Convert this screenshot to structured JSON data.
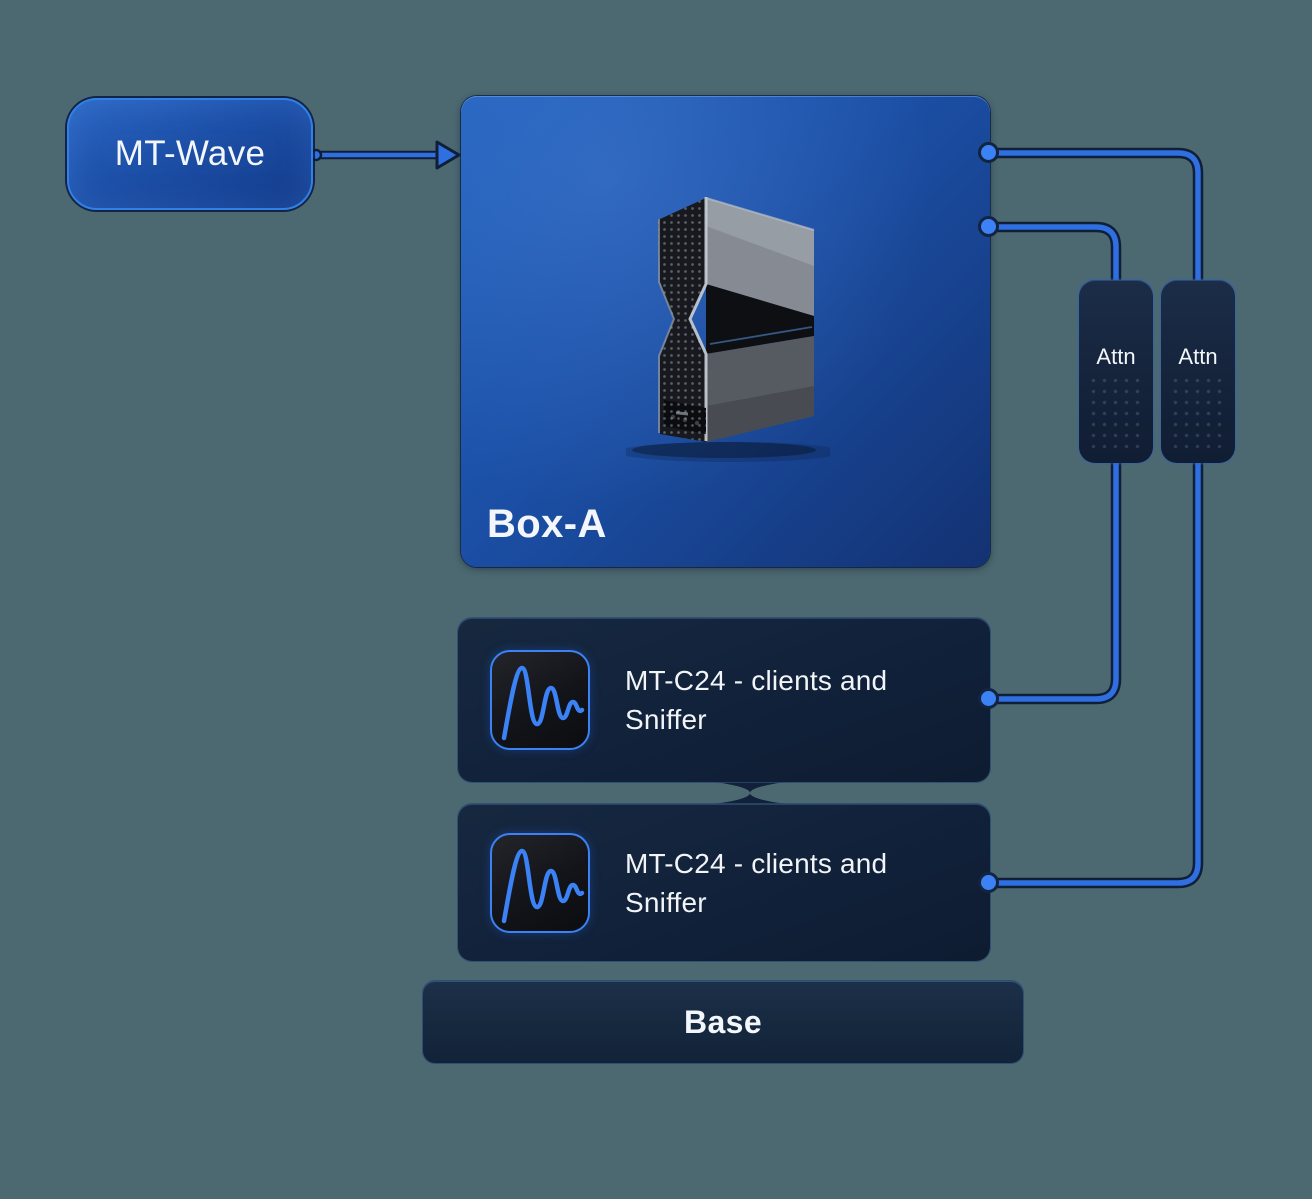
{
  "diagram": {
    "nodes": {
      "mt_wave": {
        "label": "MT-Wave"
      },
      "box_a": {
        "label": "Box-A"
      },
      "attn_left": {
        "label": "Attn"
      },
      "attn_right": {
        "label": "Attn"
      },
      "mt_c24_1": {
        "label": "MT-C24 - clients and Sniffer"
      },
      "mt_c24_2": {
        "label": "MT-C24 - clients and Sniffer"
      },
      "base": {
        "label": "Base"
      }
    },
    "edges": [
      {
        "from": "mt_wave",
        "to": "box_a",
        "style": "arrow"
      },
      {
        "from": "box_a",
        "via": "attn_right",
        "to": "mt_c24_2",
        "style": "cable"
      },
      {
        "from": "box_a",
        "via": "attn_left",
        "to": "mt_c24_1",
        "style": "cable"
      }
    ],
    "colors": {
      "background": "#4c6971",
      "cable_blue": "#2f6fe0",
      "port_dot": "#3d82f4",
      "box_a_gradient_start": "#2161bd",
      "box_a_gradient_end": "#133272",
      "panel_navy": "#14263e",
      "icon_accent": "#3b82f6"
    }
  }
}
